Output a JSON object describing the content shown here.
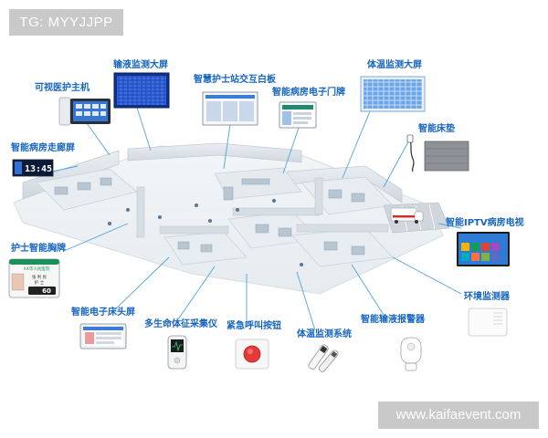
{
  "tag": "TG: MYYJJPP",
  "watermark": "www.kaifaevent.com",
  "labels": {
    "infusion_big_screen": "输液监测大屏",
    "visual_nurse_host": "可视医护主机",
    "nurse_station_board": "智慧护士站交互白板",
    "ward_door_plate": "智能病房电子门牌",
    "temp_big_screen": "体温监测大屏",
    "smart_mattress": "智能床垫",
    "ward_corridor_screen": "智能病房走廊屏",
    "iptv_tv": "智能IPTV病房电视",
    "nurse_badge": "护士智能胸牌",
    "env_monitor": "环境监测器",
    "bedside_screen": "智能电子床头屏",
    "vital_signs": "多生命体征采集仪",
    "emergency_button": "紧急呼叫按钮",
    "temp_system": "体温监测系统",
    "infusion_alarm": "智能输液报警器"
  },
  "device_texts": {
    "corridor_clock": "13:45",
    "badge_number": "60",
    "badge_hospital": "XX市人民医院",
    "badge_name": "张 利 民",
    "badge_role": "护 士"
  },
  "colors": {
    "label": "#1565c0",
    "leader": "#4fa3e0",
    "wall": "#dfe5ea",
    "floor": "#f0f3f5",
    "screen_blue": "#2a55c9",
    "tag_bg": "#c9c9c9"
  }
}
